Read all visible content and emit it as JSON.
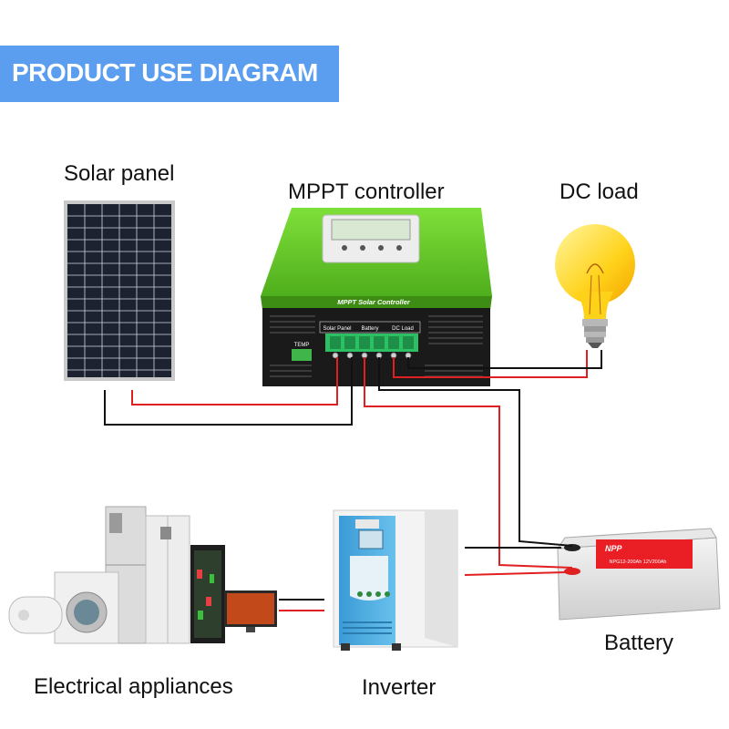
{
  "header": {
    "title": "PRODUCT USE DIAGRAM"
  },
  "components": {
    "solar_panel": "Solar panel",
    "controller": "MPPT controller",
    "dc_load": "DC load",
    "battery": "Battery",
    "inverter": "Inverter",
    "appliances": "Electrical appliances"
  },
  "controller_panel": {
    "brand": "MPPT Solar Controller",
    "terminal_solar": "Solar Panel",
    "terminal_battery": "Battery",
    "terminal_dcload": "DC Load",
    "temp_port": "TEMP"
  },
  "battery_unit": {
    "brand": "NPP",
    "model": "NPG12-200Ah 12V200Ah"
  },
  "colors": {
    "banner": "#5b9ef0",
    "wire_positive": "#e02020",
    "wire_negative": "#111111",
    "controller_green": "#6ccf2e",
    "inverter_blue": "#4aa8dc"
  }
}
